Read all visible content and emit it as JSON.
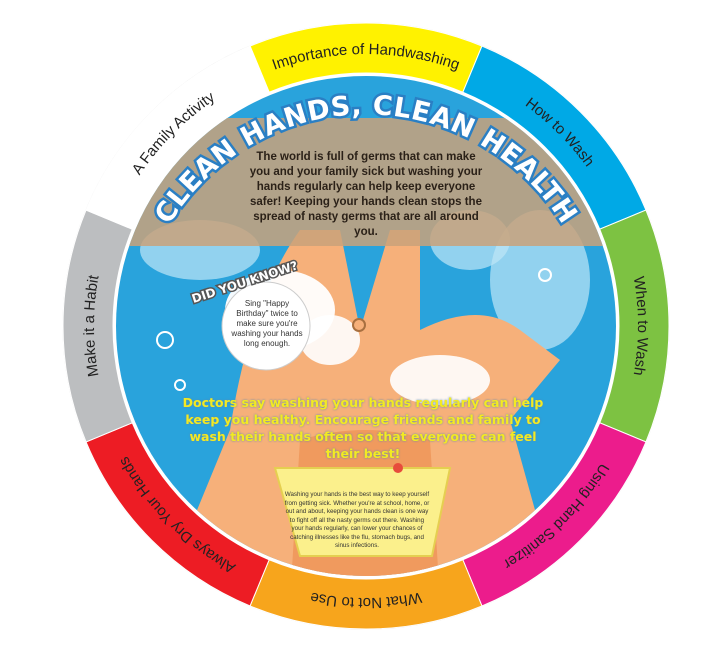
{
  "wheel": {
    "segments": [
      {
        "label": "Importance of Handwashing",
        "color": "#fff200"
      },
      {
        "label": "How to Wash",
        "color": "#00a9e6"
      },
      {
        "label": "When to Wash",
        "color": "#7dc242"
      },
      {
        "label": "Using Hand Sanitizer",
        "color": "#ec1c8c"
      },
      {
        "label": "What Not to Use",
        "color": "#f7a51c"
      },
      {
        "label": "Always Dry Your Hands",
        "color": "#ed1c24"
      },
      {
        "label": "Make it a Habit",
        "color": "#bcbec0"
      },
      {
        "label": "A Family Activity",
        "color": "#ffffff"
      }
    ]
  },
  "center": {
    "title": "CLEAN HANDS, CLEAN HEALTH",
    "intro": "The world is full of germs that can make you and your family sick but washing your hands regularly can help keep everyone safer! Keeping your hands clean stops the spread of nasty germs that are all around you.",
    "did_you_know": {
      "heading": "DID YOU KNOW?",
      "body": "Sing \"Happy Birthday\" twice to make sure you're washing your hands long enough."
    },
    "doctors": "Doctors say washing your hands regularly can help keep you healthy. Encourage friends and family to wash their hands often so that everyone can feel their best!",
    "bottom": "Washing your hands is the best way to keep yourself from getting sick. Whether you're at school, home, or out and about, keeping your hands clean is one way to fight off all the nasty germs out there. Washing your hands regularly, can lower your chances of catching illnesses like the flu, stomach bugs, and sinus infections."
  },
  "colors": {
    "water": "#29a3dc",
    "skin": "#f6b07a",
    "band": "#c9a27a",
    "note": "#fbf08c"
  }
}
